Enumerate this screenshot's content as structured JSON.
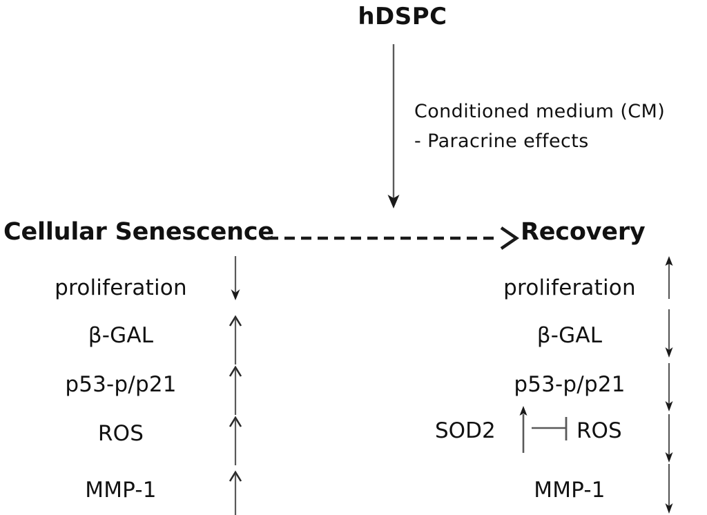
{
  "diagram": {
    "title": "hDSPC",
    "treatment": {
      "line1": "Conditioned medium (CM)",
      "line2": "- Paracrine effects",
      "arrow_icon": "down-arrow-icon"
    },
    "transition": {
      "left_state": "Cellular Senescence",
      "right_state": "Recovery",
      "connector_icon": "dashed-right-arrow-icon"
    },
    "left_column": {
      "heading": "Cellular Senescence",
      "items": [
        {
          "label": "proliferation",
          "direction": "down",
          "arrow_icon": "down-arrow-icon"
        },
        {
          "label": "β-GAL",
          "direction": "up",
          "arrow_icon": "up-arrow-icon"
        },
        {
          "label": "p53-p/p21",
          "direction": "up",
          "arrow_icon": "up-arrow-icon"
        },
        {
          "label": "ROS",
          "direction": "up",
          "arrow_icon": "up-arrow-icon"
        },
        {
          "label": "MMP-1",
          "direction": "up",
          "arrow_icon": "up-arrow-icon"
        }
      ]
    },
    "right_column": {
      "heading": "Recovery",
      "items": [
        {
          "label": "proliferation",
          "direction": "up",
          "arrow_icon": "up-arrow-icon"
        },
        {
          "label": "β-GAL",
          "direction": "down",
          "arrow_icon": "down-arrow-icon"
        },
        {
          "label": "p53-p/p21",
          "direction": "down",
          "arrow_icon": "down-arrow-icon"
        },
        {
          "label": "ROS",
          "direction": "down",
          "arrow_icon": "down-arrow-icon"
        },
        {
          "label": "MMP-1",
          "direction": "down",
          "arrow_icon": "down-arrow-icon"
        }
      ],
      "inhibition": {
        "source": "SOD2",
        "source_direction": "up",
        "source_arrow_icon": "up-arrow-icon",
        "target": "ROS",
        "relation_icon": "inhibition-bar-icon"
      }
    },
    "colors": {
      "text": "#111111",
      "arrow": "#595959",
      "arrowhead": "#1a1a1a",
      "background": "#ffffff"
    }
  }
}
